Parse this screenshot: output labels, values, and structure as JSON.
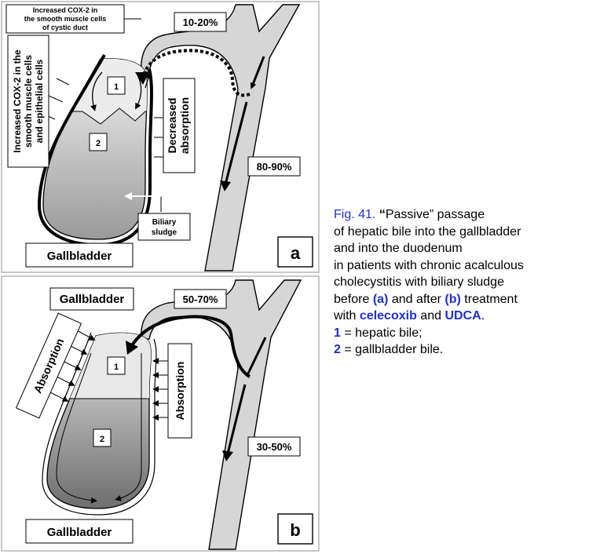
{
  "panel_a": {
    "cox2_duct_label": [
      "Increased COX-2 in",
      "the smooth muscle cells",
      "of cystic duct"
    ],
    "cox2_wall_label": [
      "Increased COX-2 in the",
      "smooth muscle cells",
      "and epithelial cells"
    ],
    "decreased_absorption_label": [
      "Decreased",
      "absorption"
    ],
    "duct_percent": "10-20%",
    "duodenum_percent": "80-90%",
    "zone1_label": "1",
    "zone2_label": "2",
    "sludge_label": [
      "Biliary",
      "sludge"
    ],
    "organ_label": "Gallbladder",
    "panel_letter": "a"
  },
  "panel_b": {
    "top_organ_label": "Gallbladder",
    "duct_percent": "50-70%",
    "duodenum_percent": "30-50%",
    "absorption_left_label": "Absorption",
    "absorption_right_label": "Absorption",
    "zone1_label": "1",
    "zone2_label": "2",
    "organ_label": "Gallbladder",
    "panel_letter": "b"
  },
  "caption": {
    "fig_number": "Fig. 41.",
    "quote_open": "“",
    "line1_rest": "Passive” passage",
    "line2": "of hepatic bile into the gallbladder",
    "line3": "and into the duodenum",
    "line4": "in patients with chronic acalculous",
    "line5": "cholecystitis with biliary sludge",
    "line6_before": "before ",
    "line6_a": "(a)",
    "line6_mid": " and after ",
    "line6_b": "(b)",
    "line6_after": " treatment",
    "line7_with": "with ",
    "drug1": "celecoxib",
    "and_word": " and ",
    "drug2": "UDCA",
    "period": ".",
    "legend1_num": "1",
    "legend1_text": " = hepatic bile;",
    "legend2_num": "2",
    "legend2_text": " = gallbladder bile."
  },
  "colors": {
    "blue_text": "#1f2fd0",
    "duct_gray": "#d4d4d4",
    "bile_light": "#e6e6e6",
    "bile_dark": "#8c8c8c"
  }
}
